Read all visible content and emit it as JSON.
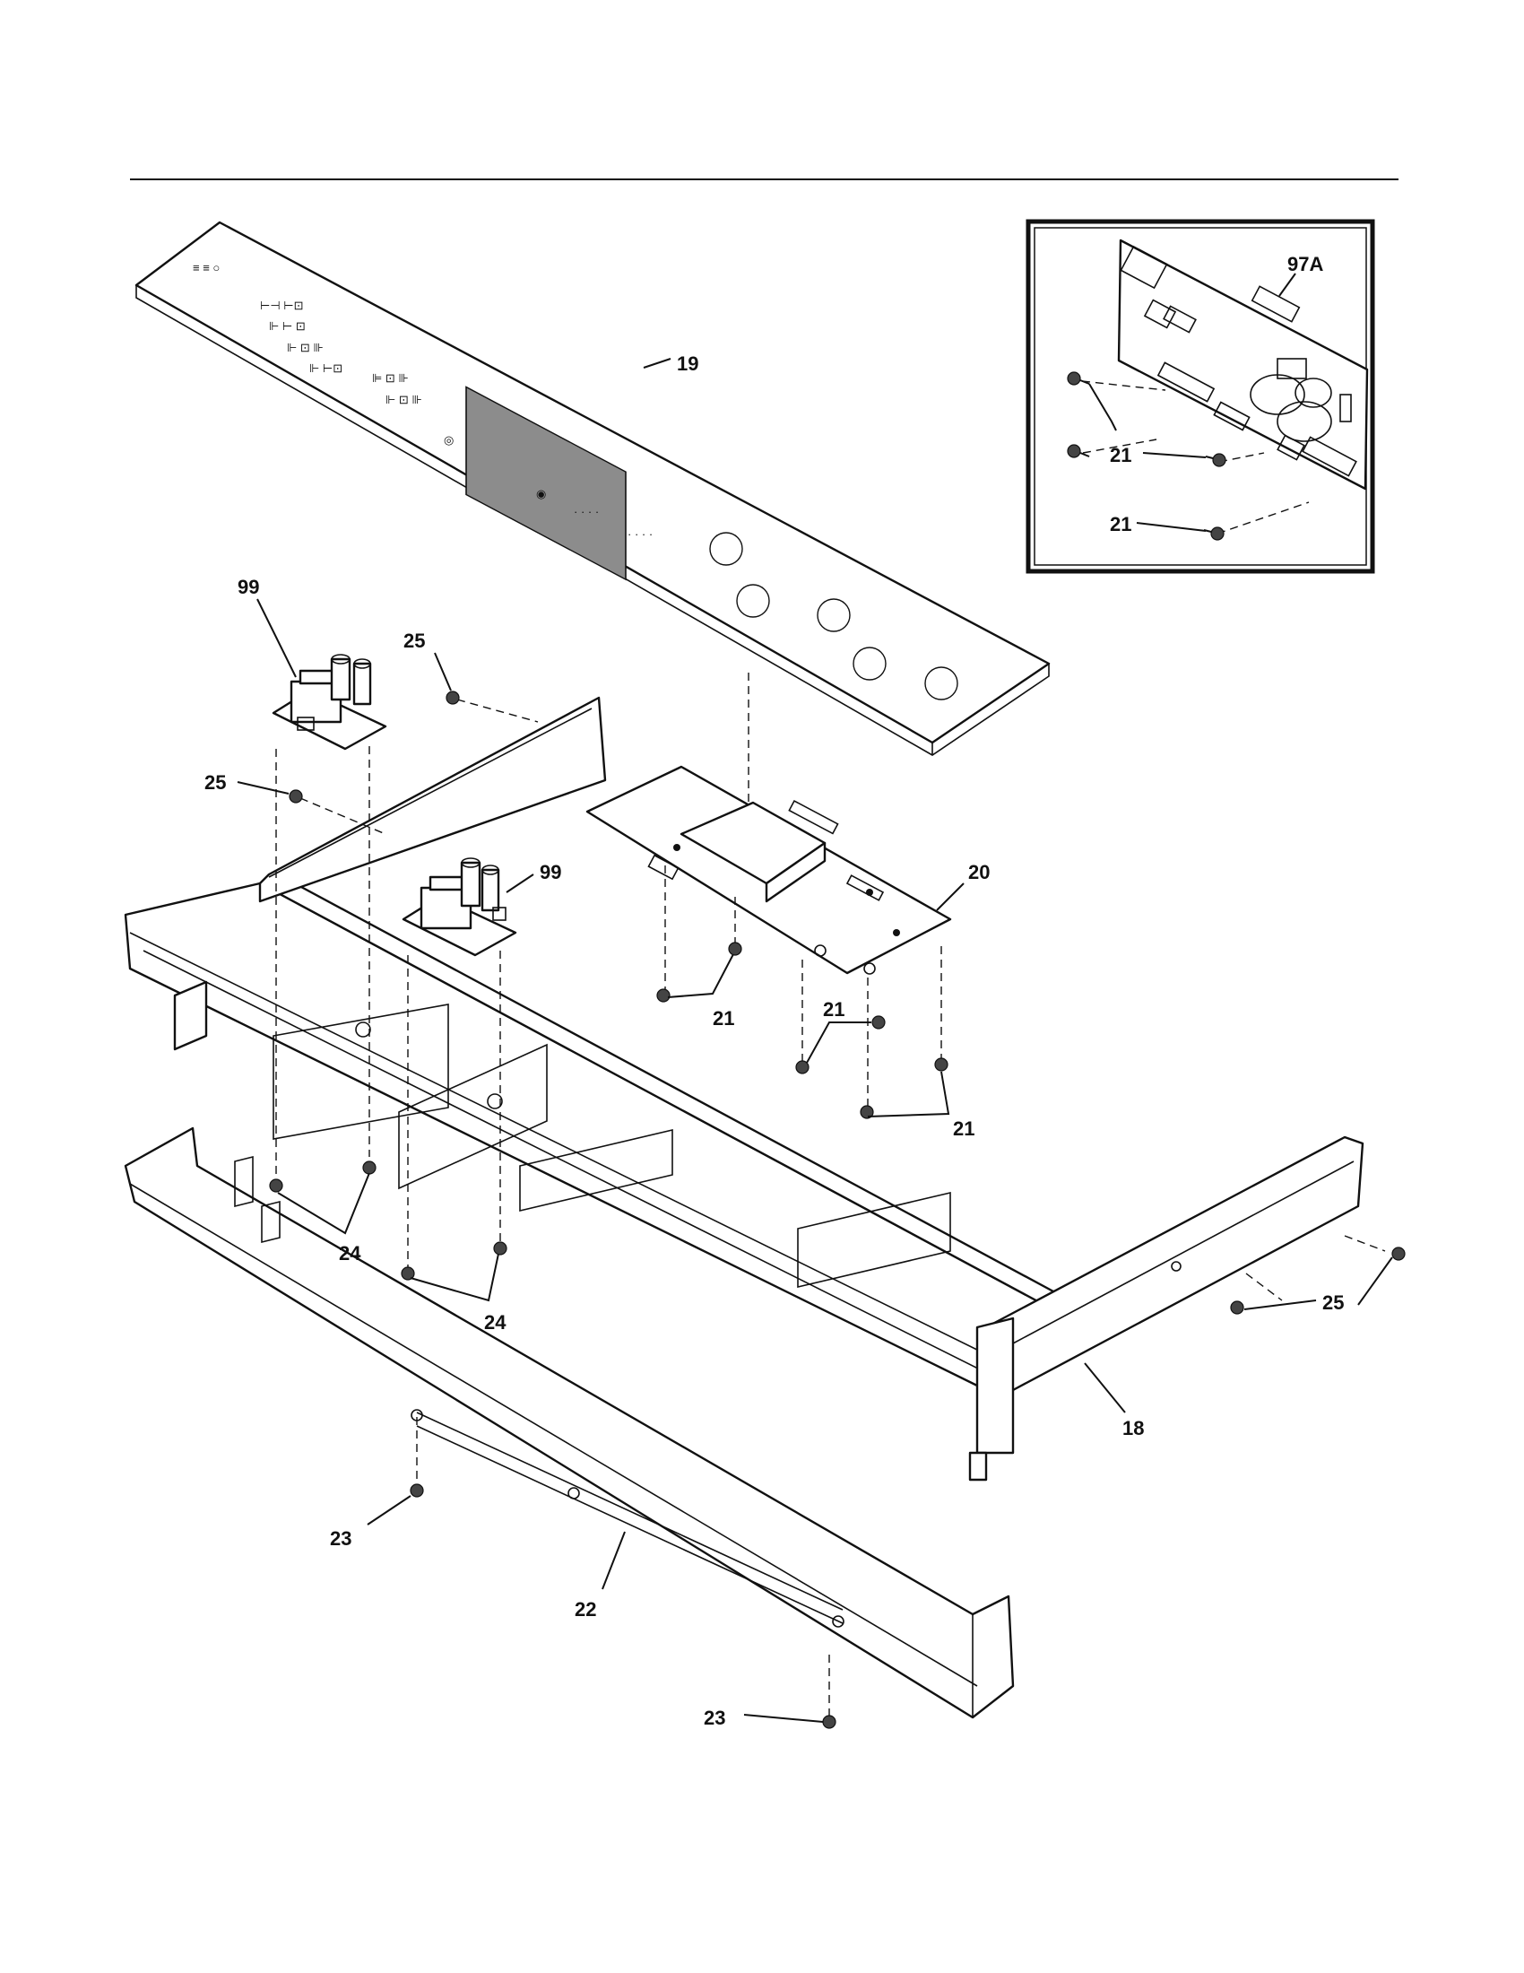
{
  "callouts": {
    "c19": "19",
    "c97a": "97A",
    "c21_inset_a": "21",
    "c21_inset_b": "21",
    "c99_left": "99",
    "c25_top": "25",
    "c25_left": "25",
    "c99_center": "99",
    "c20": "20",
    "c21_a": "21",
    "c21_b": "21",
    "c21_c": "21",
    "c24_left": "24",
    "c24_center": "24",
    "c25_right": "25",
    "c18": "18",
    "c23_left": "23",
    "c22": "22",
    "c23_bottom": "23"
  },
  "colors": {
    "line": "#111111",
    "display": "#8c8c8c",
    "background": "#ffffff"
  }
}
